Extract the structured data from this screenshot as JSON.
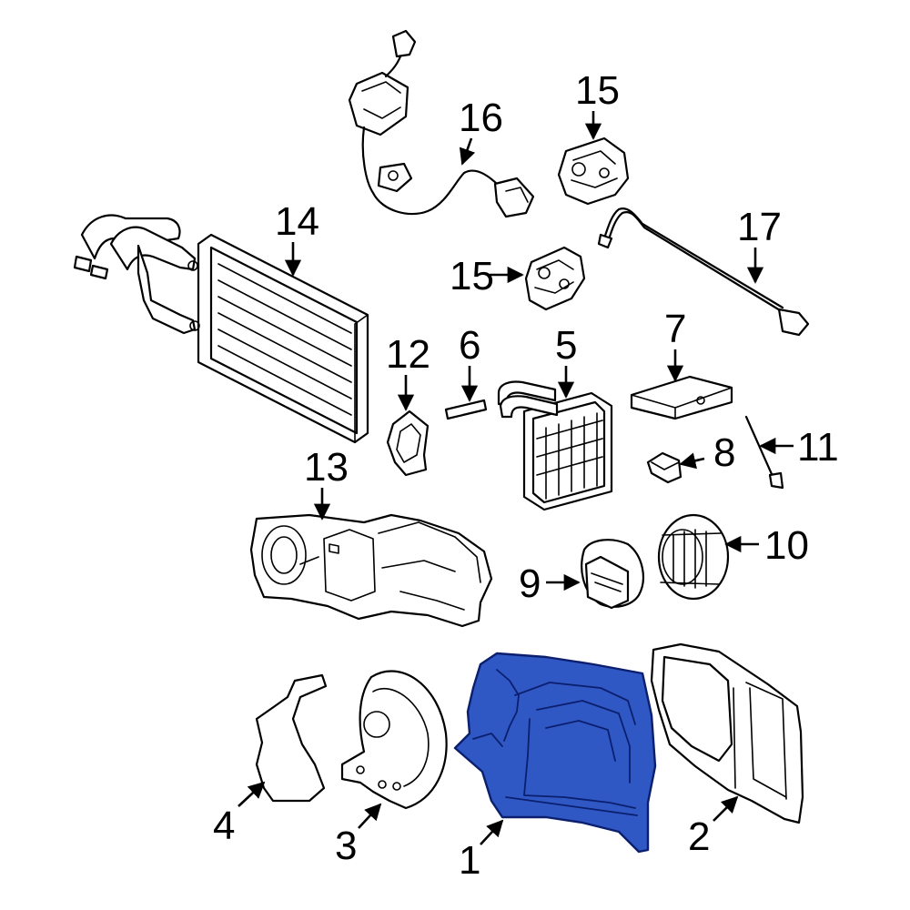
{
  "colors": {
    "highlight_fill": "#2f58c4",
    "highlight_stroke": "#0b1f6e",
    "line": "#000000",
    "background": "#ffffff"
  },
  "callouts": {
    "c1": "1",
    "c2": "2",
    "c3": "3",
    "c4": "4",
    "c5": "5",
    "c6": "6",
    "c7": "7",
    "c8": "8",
    "c9": "9",
    "c10": "10",
    "c11": "11",
    "c12": "12",
    "c13": "13",
    "c14": "14",
    "c15a": "15",
    "c15b": "15",
    "c16": "16",
    "c17": "17"
  },
  "highlighted_part": "1"
}
